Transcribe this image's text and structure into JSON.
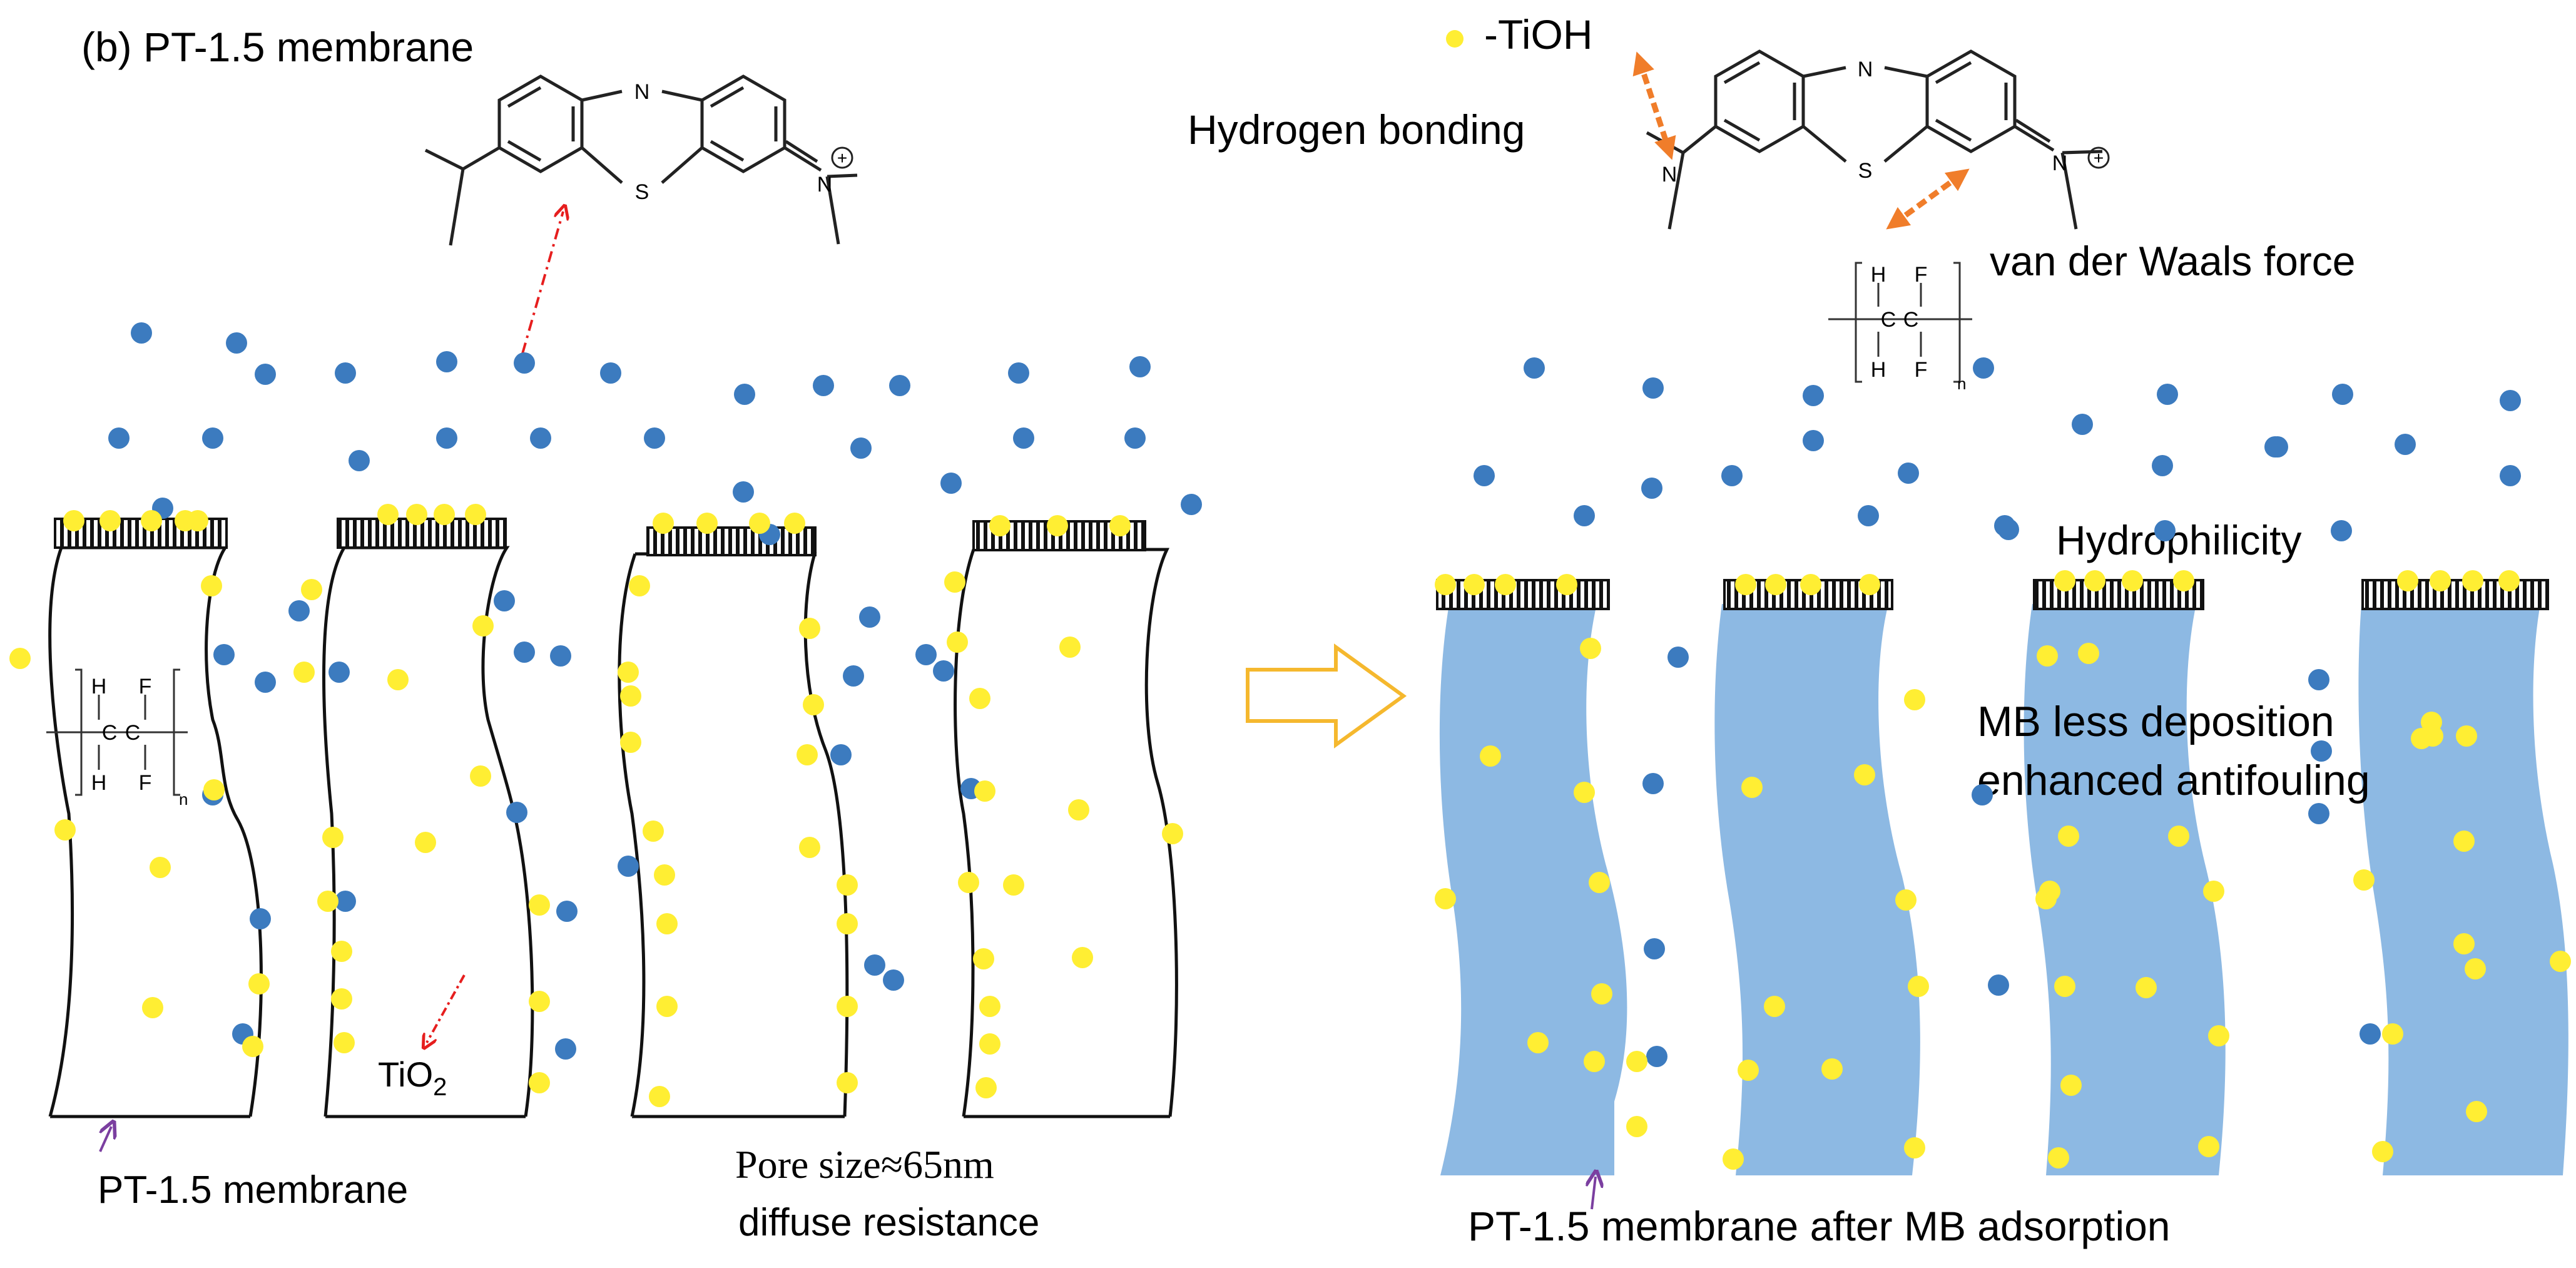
{
  "panel_title": "(b) PT-1.5 membrane",
  "labels": {
    "tioh_legend": "-TiOH",
    "hydrogen_bonding": "Hydrogen bonding",
    "van_der_waals": "van der Waals force",
    "hydrophilicity": "Hydrophilicity",
    "mb_less_deposition": "MB less deposition",
    "enhanced_antifouling": "enhanced antifouling",
    "tio2": "TiO",
    "tio2_subscript": "2",
    "pt_membrane": "PT-1.5 membrane",
    "pore_size": "Pore size≈65nm",
    "diffuse_resistance": "diffuse resistance",
    "pt_after_mb": "PT-1.5 membrane after MB adsorption"
  },
  "molecule": {
    "ring_n": "N",
    "ring_s": "S",
    "amine_n": "N",
    "iminium_n": "N",
    "charge": "+"
  },
  "pvdf": {
    "h": "H",
    "f": "F",
    "c": "C",
    "n": "n"
  },
  "colors": {
    "mb_dot": "#3c7bbf",
    "tio2_dot": "#ffee33",
    "interaction_arrow": "#f07d2a",
    "red_arrow": "#e61e1e",
    "purple_arrow": "#7b3fa0",
    "membrane_fill": "#8db9e3",
    "process_arrow": "#f5b82e"
  }
}
